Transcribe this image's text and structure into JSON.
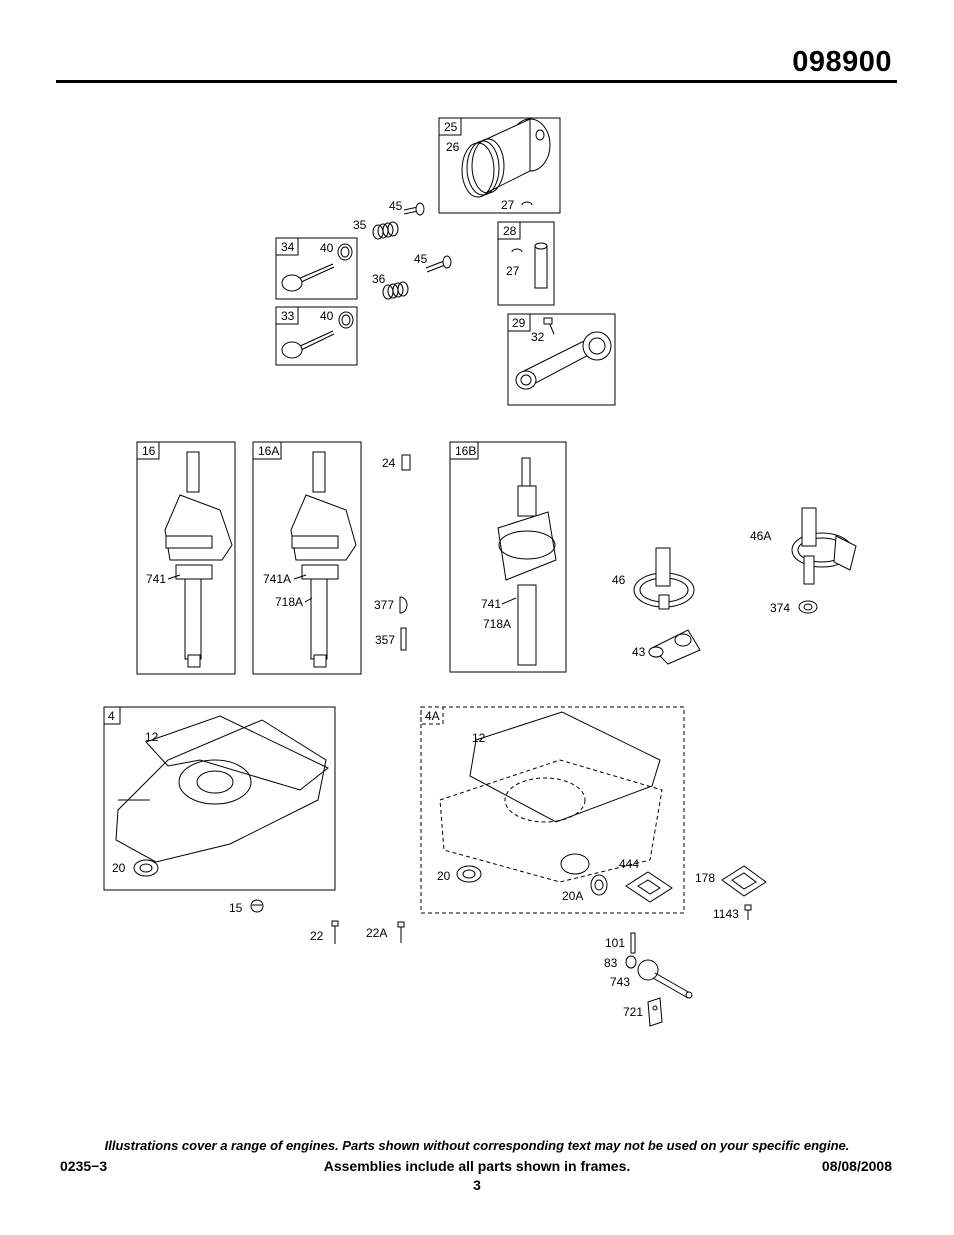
{
  "header": {
    "model_number": "098900"
  },
  "frames": {
    "f25": "25",
    "f28": "28",
    "f29": "29",
    "f34": "34",
    "f33": "33",
    "f16": "16",
    "f16A": "16A",
    "f16B": "16B",
    "f4": "4",
    "f4A": "4A"
  },
  "parts": {
    "p26": "26",
    "p27a": "27",
    "p27b": "27",
    "p45a": "45",
    "p45b": "45",
    "p35": "35",
    "p36": "36",
    "p40a": "40",
    "p40b": "40",
    "p32": "32",
    "p24": "24",
    "p741a": "741",
    "p741A": "741A",
    "p718Aa": "718A",
    "p377": "377",
    "p357": "357",
    "p741b": "741",
    "p718Ab": "718A",
    "p46": "46",
    "p46A": "46A",
    "p374": "374",
    "p43": "43",
    "p12a": "12",
    "p20a": "20",
    "p15": "15",
    "p22": "22",
    "p22A": "22A",
    "p12b": "12",
    "p20b": "20",
    "p20A": "20A",
    "p444": "444",
    "p178": "178",
    "p1143": "1143",
    "p101": "101",
    "p83": "83",
    "p743": "743",
    "p721": "721"
  },
  "footer": {
    "disclaimer": "Illustrations cover a range of engines. Parts shown without corresponding text may not be used on your specific engine.",
    "doc_code": "0235−3",
    "assemblies_note": "Assemblies include all parts shown in frames.",
    "date": "08/08/2008",
    "page_number": "3"
  }
}
